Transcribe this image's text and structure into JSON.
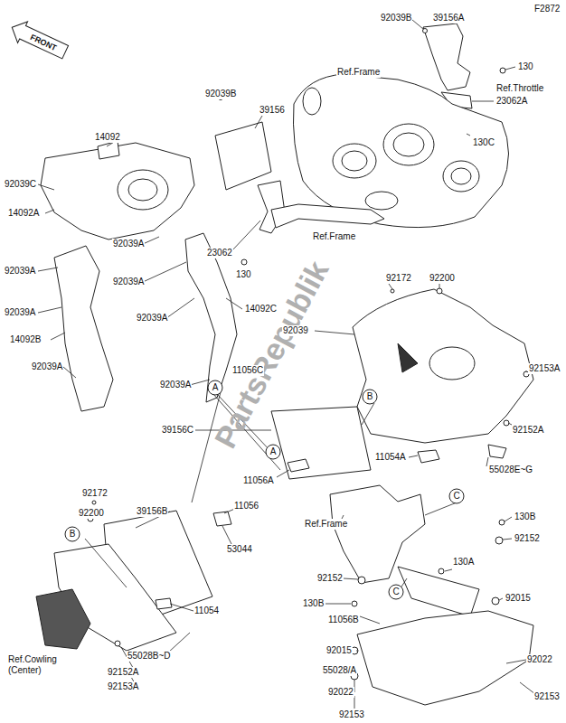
{
  "diagram": {
    "nodes": [
      {
        "text": [
          "A"
        ]
      },
      {
        "text": [
          "B"
        ]
      },
      {
        "text": [
          "A"
        ]
      },
      {
        "text": [
          "C"
        ]
      },
      {
        "text": [
          "B"
        ]
      },
      {
        "text": [
          "C"
        ]
      }
    ],
    "labels": [
      "PartsRepublik",
      "F2872",
      "FRONT",
      "92039B",
      "39156A",
      "130",
      "Ref.Frame",
      "Ref.Throttle",
      "23062A",
      "130C",
      "92039B",
      "39156",
      "14092",
      "92039C",
      "14092A",
      "92039A",
      "92039A",
      "23062",
      "Ref.Frame",
      "130",
      "92039A",
      "92039A",
      "14092C",
      "92039A",
      "14092B",
      "92039A",
      "92039A",
      "11056C",
      "92172",
      "92200",
      "92039",
      "92153A",
      "92152A",
      "39156C",
      "11054A",
      "55028E~G",
      "11056A",
      "92172",
      "39156B",
      "11056",
      "92200",
      "53044",
      "Ref.Frame",
      "130B",
      "92152",
      "11054",
      "130A",
      "92152",
      "130B",
      "92015",
      "11056B",
      "55028B~D",
      "Ref.Cowling (Center)",
      "92152A",
      "92015",
      "92022",
      "55028/A",
      "92153A",
      "92022",
      "92153",
      "92153"
    ]
  }
}
